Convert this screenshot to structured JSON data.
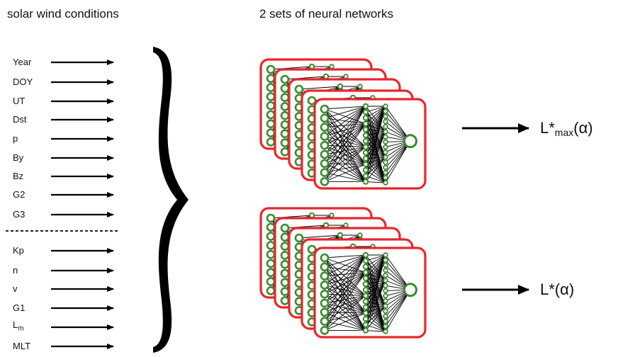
{
  "headers": {
    "left": "solar wind conditions",
    "right": "2 sets of neural networks"
  },
  "inputs_group1": [
    "Year",
    "DOY",
    "UT",
    "Dst",
    "p",
    "By",
    "Bz",
    "G2",
    "G3"
  ],
  "inputs_group2": [
    {
      "main": "Kp",
      "sub": ""
    },
    {
      "main": "n",
      "sub": ""
    },
    {
      "main": "v",
      "sub": ""
    },
    {
      "main": "G1",
      "sub": ""
    },
    {
      "main": "L",
      "sub": "m"
    },
    {
      "main": "MLT",
      "sub": ""
    }
  ],
  "outputs": {
    "top": {
      "main": "L*",
      "sub": "max",
      "tail": "(α)"
    },
    "bottom": {
      "main": "L*",
      "sub": "",
      "tail": "(α)"
    }
  },
  "colors": {
    "frame": "#e8262c",
    "node": "#3a8a2e",
    "line": "#000000"
  }
}
